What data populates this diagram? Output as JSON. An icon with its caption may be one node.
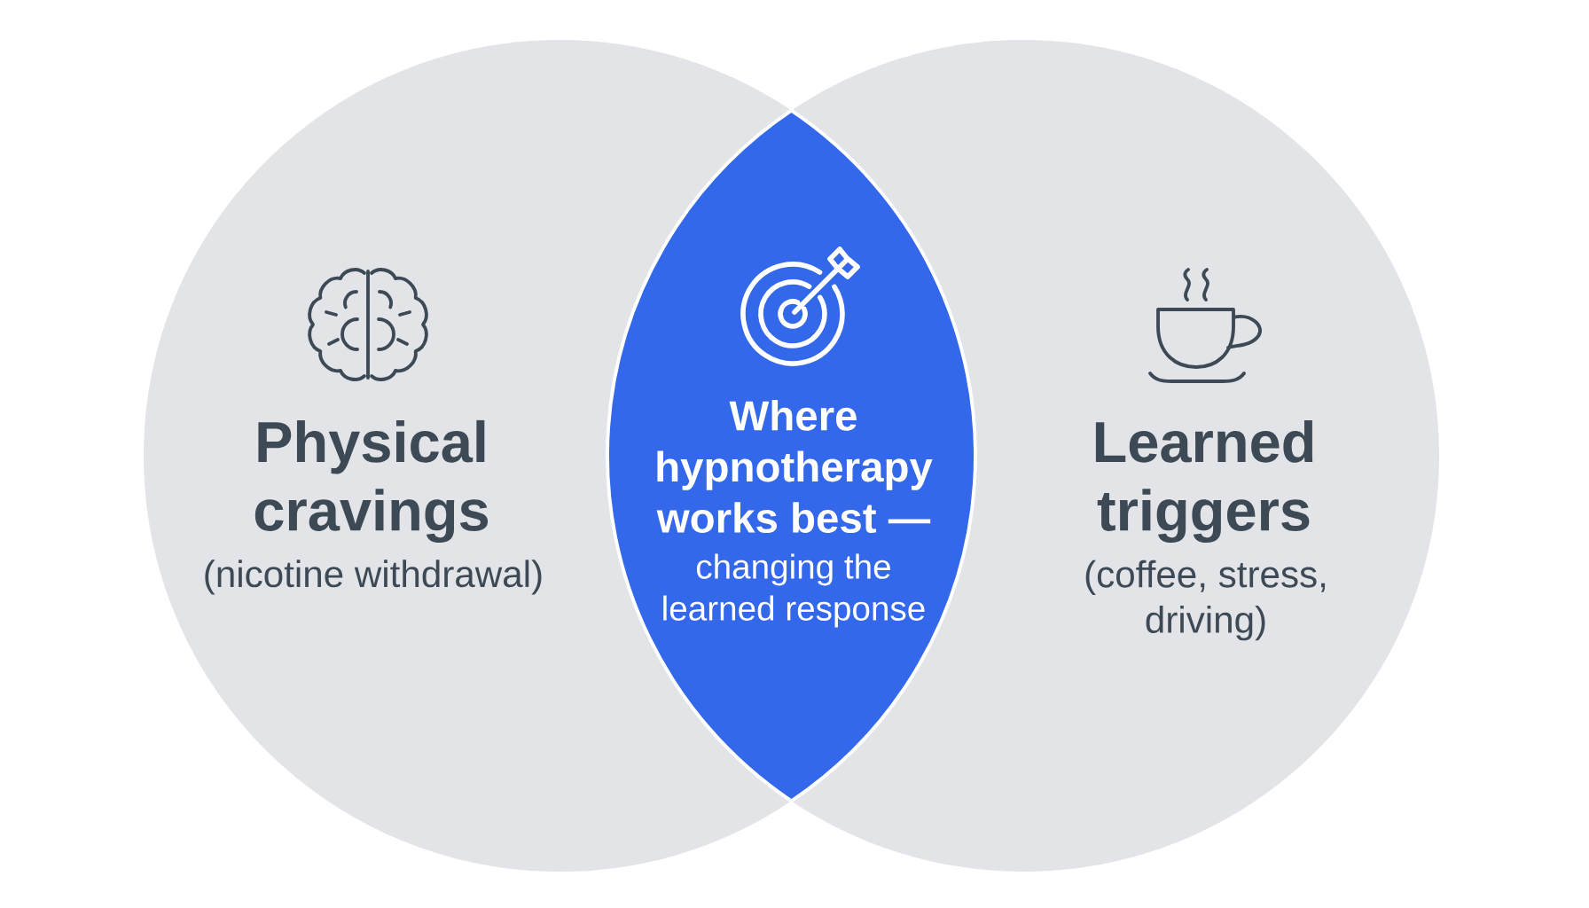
{
  "diagram": {
    "nodes": [
      {
        "text": [
          "Physical cravings",
          "(nicotine withdrawal)"
        ]
      },
      {
        "text": [
          "Learned triggers",
          "(coffee, stress, driving)"
        ]
      },
      {
        "text": [
          "Where hypnotherapy works best —",
          "changing the learned response"
        ]
      }
    ]
  }
}
